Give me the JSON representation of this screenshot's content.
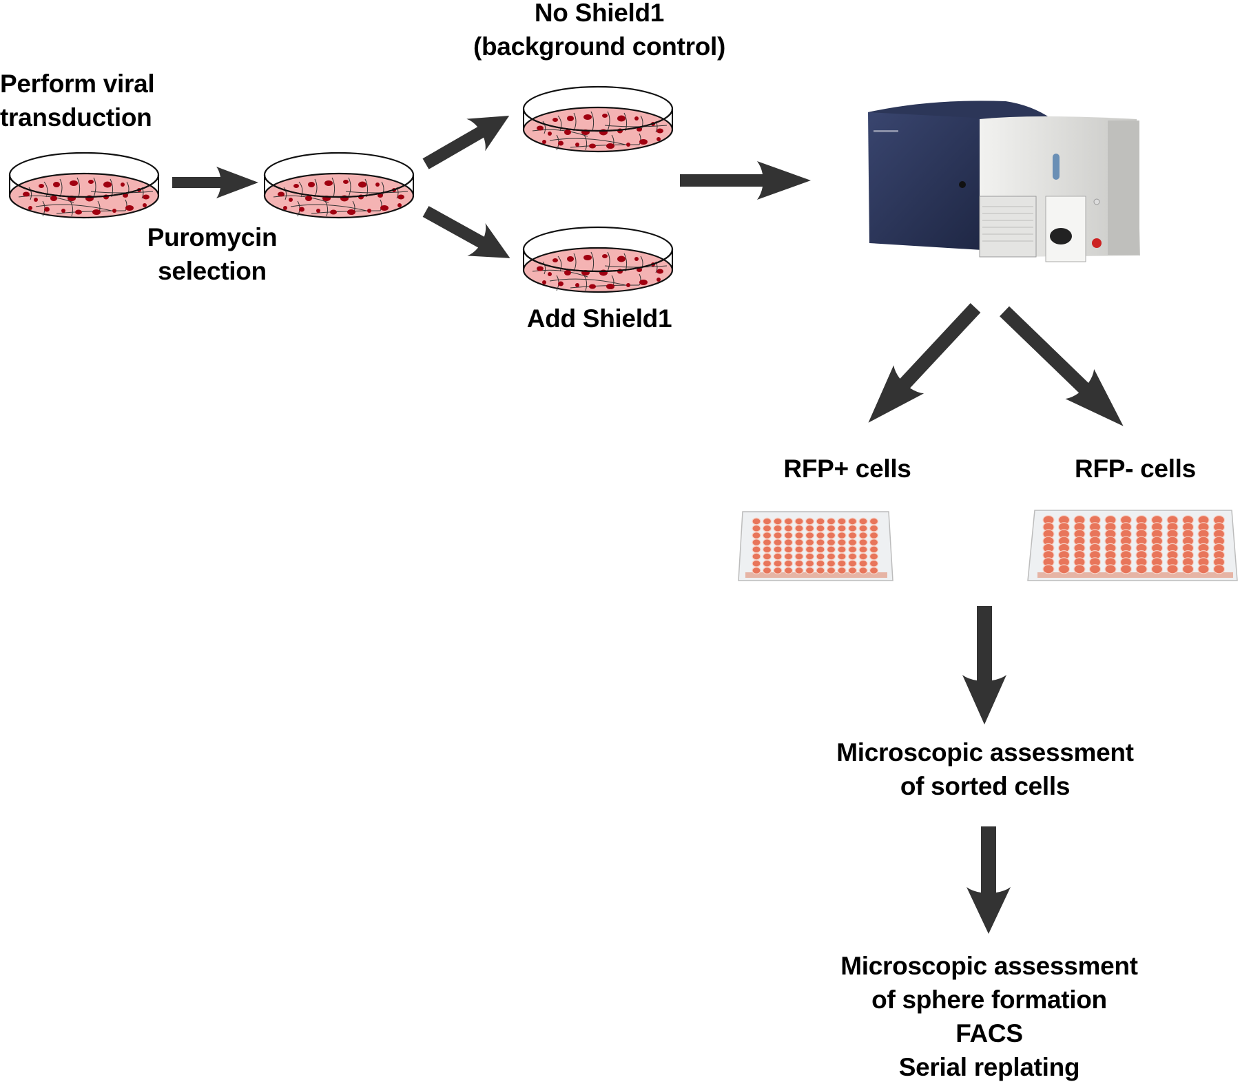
{
  "labels": {
    "transduction": [
      "Perform viral",
      "transduction"
    ],
    "puromycin": [
      "Puromycin",
      "selection"
    ],
    "no_shield": [
      "No Shield1",
      "(background control)"
    ],
    "add_shield": [
      "Add Shield1"
    ],
    "rfp_pos": [
      "RFP+ cells"
    ],
    "rfp_neg": [
      "RFP- cells"
    ],
    "sorted": [
      "Microscopic assessment",
      "of sorted cells"
    ],
    "final": [
      "Microscopic assessment",
      "of sphere formation",
      "FACS",
      "Serial replating"
    ]
  },
  "icons": {
    "dish": "petri-dish-with-cells",
    "sorter": "cell-sorter-machine",
    "plate": "96-well-plate",
    "arrow": "flow-arrow"
  },
  "colors": {
    "arrow": "#333333",
    "medium": "#f4b3b3",
    "cell_nucleus": "#a00010",
    "well": "#e8755a",
    "sorter_body": "#27304f",
    "sorter_panel": "#d8d8d6",
    "sorter_button": "#cc2222"
  }
}
